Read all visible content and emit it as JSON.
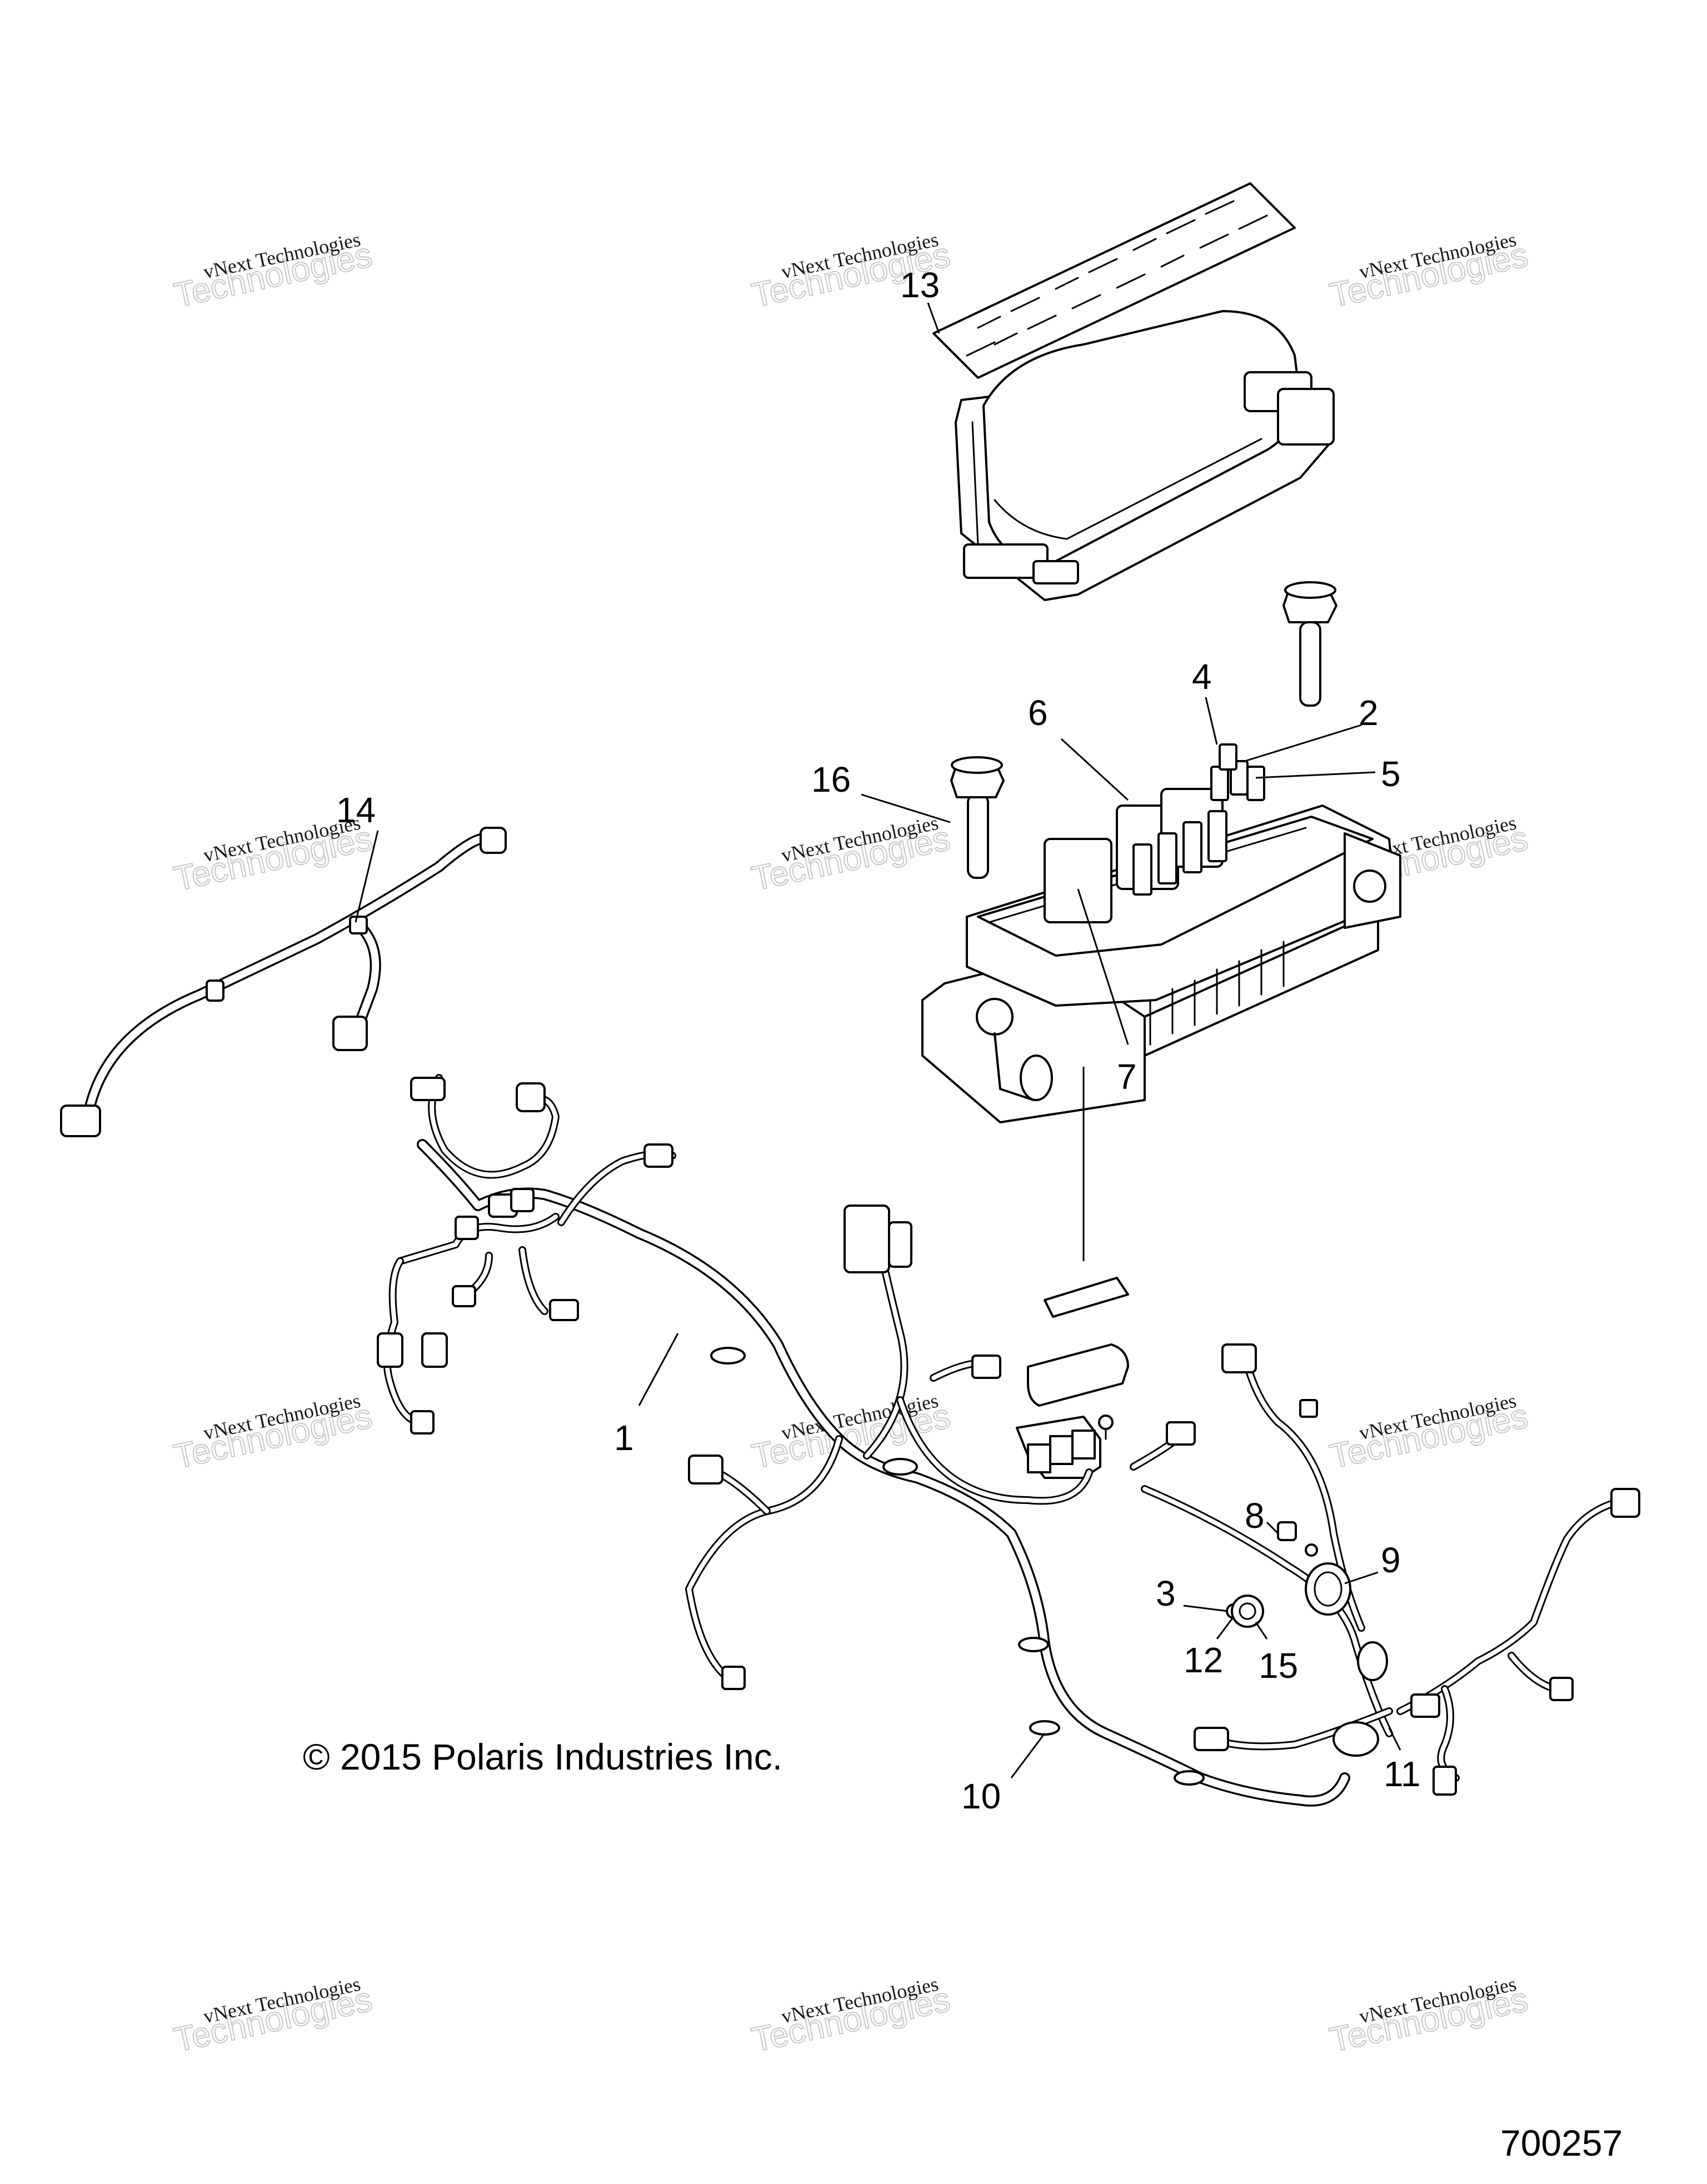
{
  "diagram": {
    "callouts": [
      {
        "label": "1"
      },
      {
        "label": "2"
      },
      {
        "label": "3"
      },
      {
        "label": "4"
      },
      {
        "label": "5"
      },
      {
        "label": "6"
      },
      {
        "label": "7"
      },
      {
        "label": "8"
      },
      {
        "label": "9"
      },
      {
        "label": "10"
      },
      {
        "label": "11"
      },
      {
        "label": "12"
      },
      {
        "label": "13"
      },
      {
        "label": "14"
      },
      {
        "label": "15"
      },
      {
        "label": "16"
      }
    ],
    "watermark": {
      "line1": "vNext Technologies",
      "line2": "Technologies"
    },
    "copyright": "© 2015 Polaris Industries Inc.",
    "document_number": "700257"
  }
}
